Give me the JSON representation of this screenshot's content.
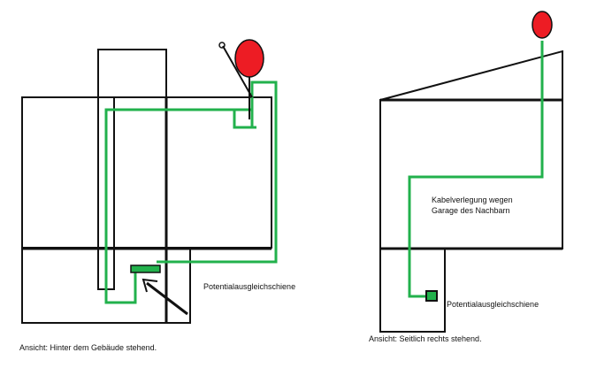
{
  "left_view": {
    "caption": "Ansicht: Hinter dem Gebäude stehend.",
    "label": "Potentialausgleichschiene"
  },
  "right_view": {
    "caption": "Ansicht: Seitlich rechts stehend.",
    "note_line1": "Kabelverlegung wegen",
    "note_line2": "Garage des Nachbarn",
    "label": "Potentialausgleichschiene"
  },
  "colors": {
    "wall": "#111111",
    "cable": "#22b14c",
    "dish": "#ed1c24",
    "background": "#ffffff"
  }
}
